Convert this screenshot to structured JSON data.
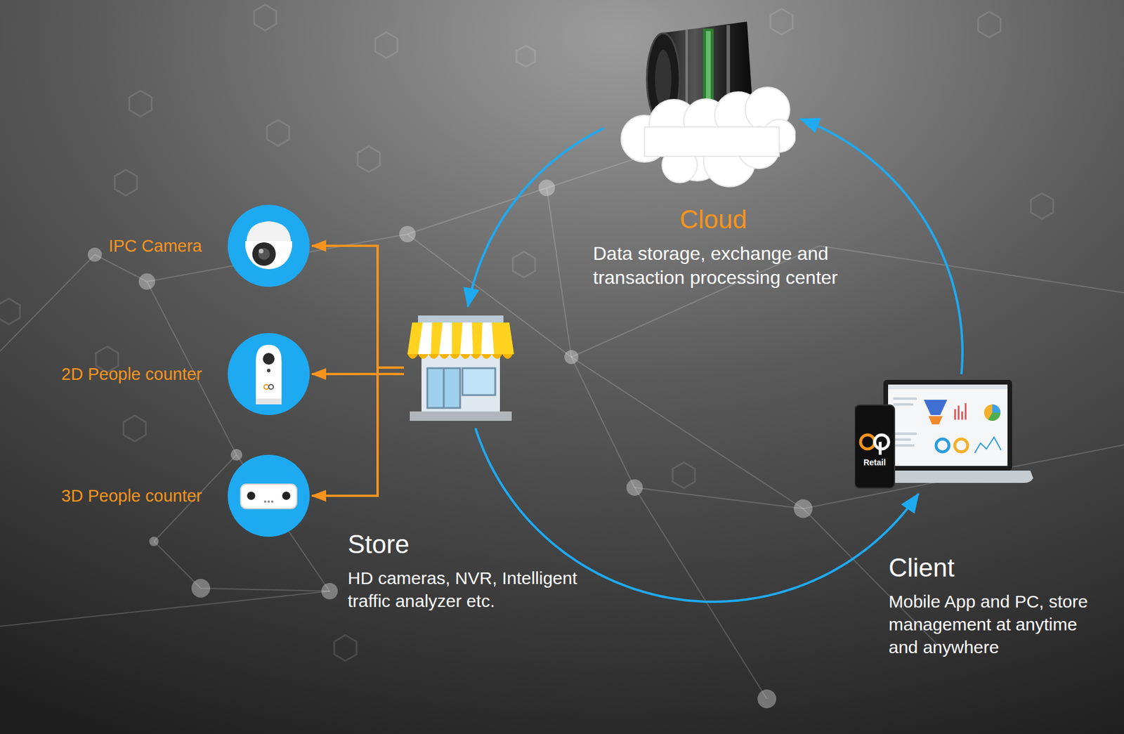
{
  "diagram": {
    "nodes": [
      {
        "text": [
          "Cloud",
          "Data storage, exchange and transaction processing center"
        ]
      },
      {
        "text": [
          "Store",
          "HD cameras, NVR, Intelligent traffic analyzer etc."
        ]
      },
      {
        "text": [
          "Client",
          "Mobile App and PC, store management at anytime and anywhere"
        ]
      },
      {
        "text": [
          "IPC Camera"
        ]
      },
      {
        "text": [
          "2D People counter"
        ]
      },
      {
        "text": [
          "3D People counter"
        ]
      }
    ],
    "edges": [
      {
        "from": 0,
        "to": 1,
        "arrow": "to"
      },
      {
        "from": 1,
        "to": 2,
        "arrow": "to"
      },
      {
        "from": 2,
        "to": 0,
        "arrow": "to"
      },
      {
        "from": 1,
        "to": 3,
        "arrow": "to"
      },
      {
        "from": 1,
        "to": 4,
        "arrow": "to"
      },
      {
        "from": 1,
        "to": 5,
        "arrow": "to"
      }
    ],
    "labels": [
      "Retail"
    ]
  }
}
